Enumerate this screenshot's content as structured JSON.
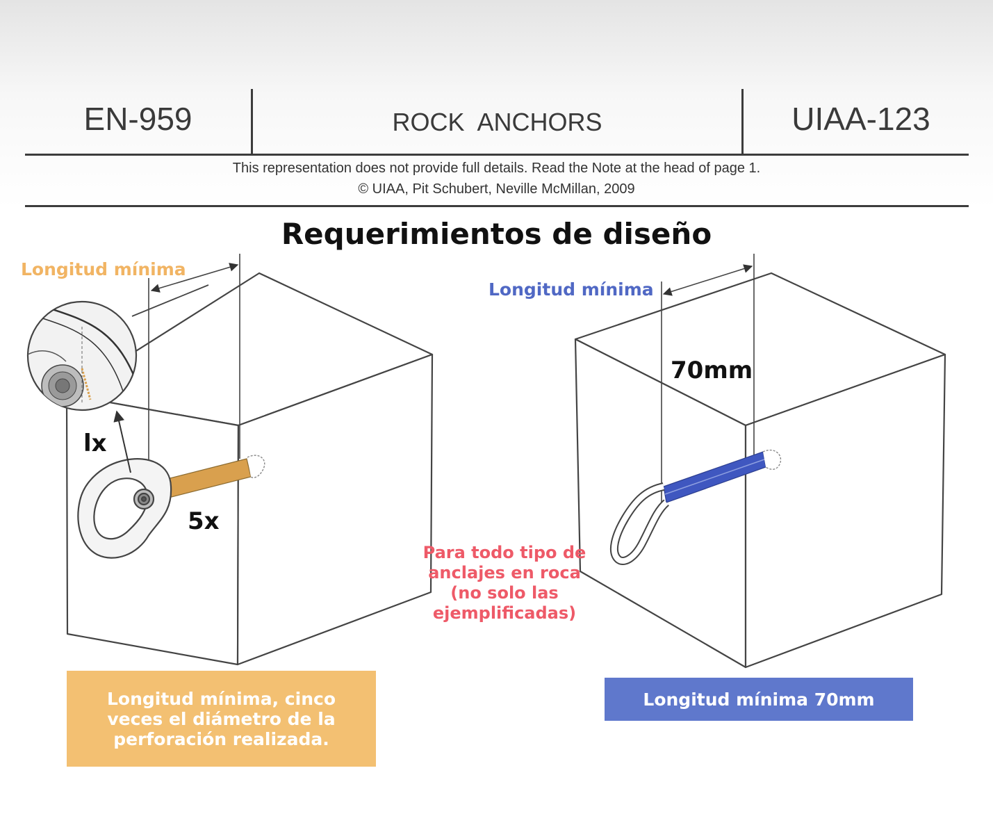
{
  "header": {
    "left_code": "EN-959",
    "center_title": "ROCK  ANCHORS",
    "right_code": "UIAA-123",
    "note_line1": "This representation does not provide full details. Read the Note at the head of page 1.",
    "note_line2": "© UIAA, Pit Schubert, Neville McMillan, 2009"
  },
  "title": "Requerimientos de diseño",
  "left_diagram": {
    "label_min_length": "Longitud mínima",
    "label_1x": "lx",
    "label_5x": "5x",
    "caption": "Longitud mínima, cinco veces el diámetro de la perforación realizada."
  },
  "right_diagram": {
    "label_min_length": "Longitud mínima",
    "label_70mm": "70mm",
    "caption": "Longitud mínima 70mm"
  },
  "center_note": "Para todo tipo de anclajes en roca (no solo las ejemplificadas)",
  "colors": {
    "orange": "#f3c072",
    "orange_text": "#f1b463",
    "blue": "#5f78cc",
    "blue_text": "#5068c4",
    "red_text": "#ee5a68",
    "rod_orange": "#d9a04e",
    "rod_blue": "#3f57c0"
  }
}
